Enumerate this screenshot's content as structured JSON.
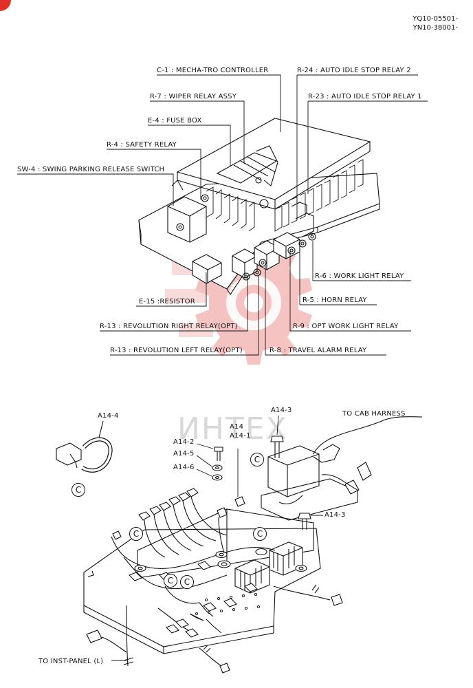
{
  "header": {
    "code1": "YQ10-05501-",
    "code2": "YN10-38001-"
  },
  "watermark": "ИНТЕХ",
  "top_callouts": {
    "c1": "C-1 : MECHA-TRO CONTROLLER",
    "r7": "R-7 : WIPER RELAY ASSY",
    "e4": "E-4 : FUSE BOX",
    "r4": "R-4 : SAFETY RELAY",
    "sw4": "SW-4 : SWING PARKING RELEASE SWITCH",
    "r24": "R-24 : AUTO IDLE STOP RELAY 2",
    "r23": "R-23 : AUTO IDLE STOP RELAY 1",
    "r6": "R-6 : WORK LIGHT RELAY",
    "e15": "E-15 :RESISTOR",
    "r5": "R-5 : HORN RELAY",
    "r13r": "R-13 : REVOLUTION RIGHT RELAY(OPT)",
    "r9": "R-9 : OPT WORK LIGHT RELAY",
    "r13l": "R-13 : REVOLUTION LEFT RELAY(OPT)",
    "r8": "R-8 : TRAVEL ALARM RELAY"
  },
  "bottom_callouts": {
    "a14_4": "A14-4",
    "a14_3_top": "A14-3",
    "to_cab": "TO CAB HARNESS",
    "a14": "A14",
    "a14_1": "A14-1",
    "a14_2": "A14-2",
    "a14_5": "A14-5",
    "a14_6": "A14-6",
    "a14_3_right": "A14-3",
    "to_inst": "TO INST-PANEL (L)",
    "c_mark": "C"
  },
  "colors": {
    "line": "#111111",
    "watermark_gear": "#f4b8b8",
    "watermark_text": "#d8d8d8",
    "corner_badge": "#e0302a"
  }
}
